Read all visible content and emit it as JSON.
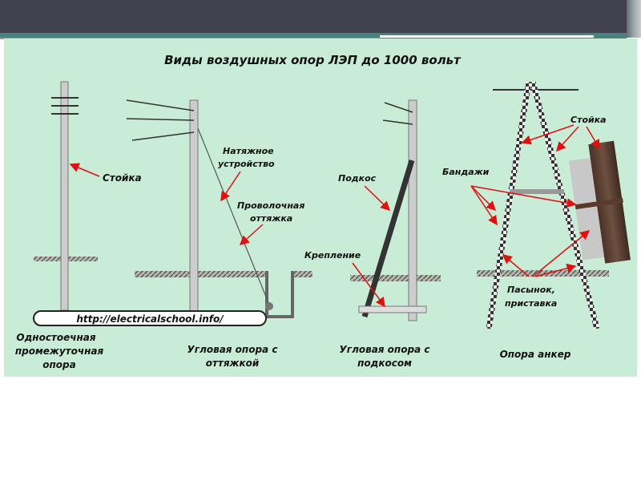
{
  "slide": {
    "title": "Виды воздушных опор ЛЭП до 1000 вольт",
    "url_banner": "http://electricalschool.info/",
    "labels": {
      "stoyka_1": "Стойка",
      "natyazhnoe_1": "Натяжное",
      "natyazhnoe_2": "устройство",
      "provolochnaya_1": "Проволочная",
      "provolochnaya_2": "оттяжка",
      "podkos": "Подкос",
      "kreplenie": "Крепление",
      "stoyka_2": "Стойка",
      "bandazhi": "Бандажи",
      "pasynok_1": "Пасынок,",
      "pasynok_2": "приставка"
    },
    "captions": {
      "c1_1": "Одностоечная",
      "c1_2": "промежуточная",
      "c1_3": "опора",
      "c2_1": "Угловая опора с",
      "c2_2": "оттяжкой",
      "c3_1": "Угловая опора с",
      "c3_2": "подкосом",
      "c4_1": "Опора анкер"
    },
    "colors": {
      "background": "#c8ecd6",
      "arrow": "#e01010",
      "header": "#40404f",
      "accent": "#4a8282"
    }
  }
}
